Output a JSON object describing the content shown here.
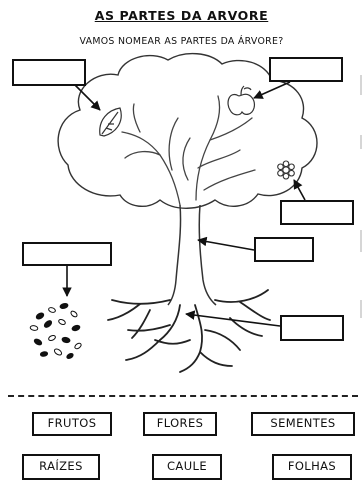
{
  "worksheet": {
    "title": "AS PARTES DA ARVORE",
    "subtitle": "VAMOS NOMEAR AS PARTES DA ÁRVORE?"
  },
  "blanks": [
    {
      "id": "leaf"
    },
    {
      "id": "fruit"
    },
    {
      "id": "flower"
    },
    {
      "id": "trunk"
    },
    {
      "id": "seeds"
    },
    {
      "id": "roots"
    }
  ],
  "word_bank": {
    "row1": [
      "FRUTOS",
      "FLORES",
      "SEMENTES"
    ],
    "row2": [
      "RAÍZES",
      "CAULE",
      "FOLHAS"
    ]
  },
  "icons": [
    "leaf-icon",
    "apple-icon",
    "flower-icon",
    "seeds-icon",
    "tree-illustration"
  ]
}
